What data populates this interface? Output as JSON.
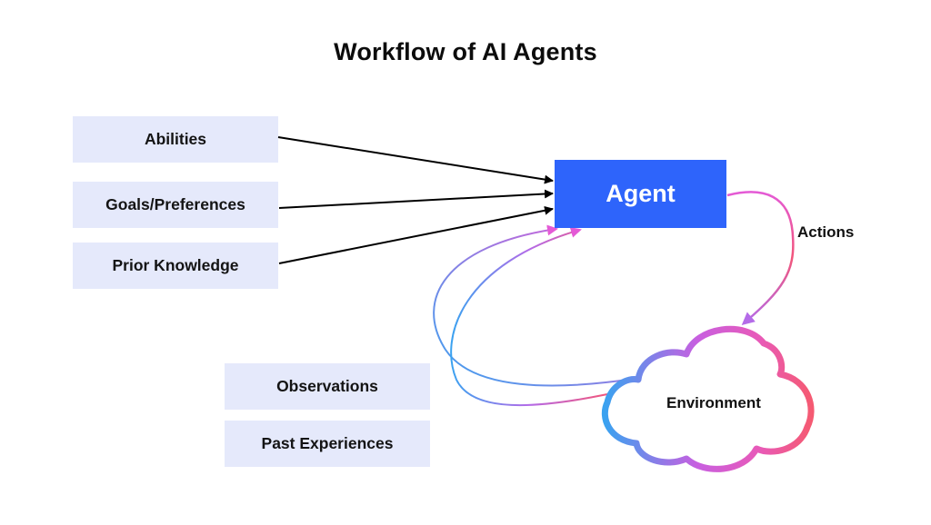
{
  "title": "Workflow of AI Agents",
  "inputs": [
    {
      "label": "Abilities"
    },
    {
      "label": "Goals/Preferences"
    },
    {
      "label": "Prior Knowledge"
    }
  ],
  "feedback_inputs": [
    {
      "label": "Observations"
    },
    {
      "label": "Past Experiences"
    }
  ],
  "agent": {
    "label": "Agent"
  },
  "environment": {
    "label": "Environment"
  },
  "actions": {
    "label": "Actions"
  },
  "colors": {
    "agent_fill": "#2e64fb",
    "input_box_fill": "#e5e9fb",
    "gradient_start": "#3aa2f0",
    "gradient_mid": "#e45ad6",
    "gradient_end": "#f2557a"
  }
}
